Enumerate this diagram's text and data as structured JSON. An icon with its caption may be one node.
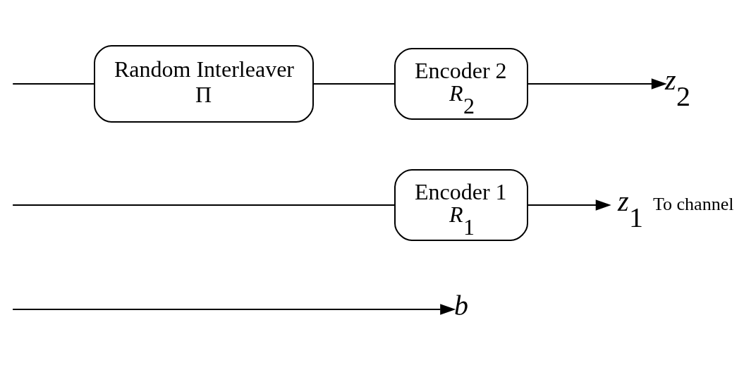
{
  "diagram": {
    "nodes": [
      {
        "text": [
          "b"
        ]
      },
      {
        "text": [
          "Encoder 1",
          "*R*$_{1}$"
        ]
      },
      {
        "text": [
          "*z*$_{1}$"
        ],
        "beside": [
          "To channel"
        ]
      },
      {
        "text": [
          "Random Interleaver",
          "Π"
        ]
      },
      {
        "text": [
          "Encoder 2",
          "*R*$_{2}$"
        ]
      },
      {
        "text": [
          "*z*$_{2}$"
        ]
      }
    ],
    "edges": [
      {
        "from": null,
        "to": 0,
        "arrow": "to"
      },
      {
        "from": null,
        "to": 1,
        "arrow": "none"
      },
      {
        "from": 1,
        "to": 2,
        "arrow": "to"
      },
      {
        "from": null,
        "to": 3,
        "arrow": "none"
      },
      {
        "from": 3,
        "to": 4,
        "arrow": "none"
      },
      {
        "from": 4,
        "to": 5,
        "arrow": "to"
      }
    ]
  }
}
